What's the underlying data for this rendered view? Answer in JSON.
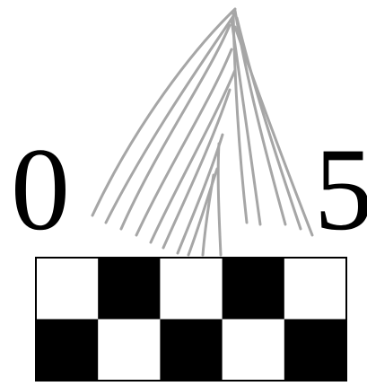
{
  "labels": {
    "left": "0",
    "right": "5"
  },
  "scale_bar": {
    "rows": 2,
    "columns": 5,
    "dark_color": "#000000",
    "light_color": "#ffffff",
    "border_color": "#000000"
  },
  "colors": {
    "strands": "#a6a6a6",
    "background": "#ffffff"
  }
}
